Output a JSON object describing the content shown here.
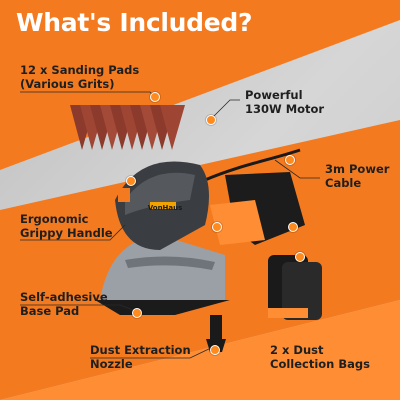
{
  "title": "What's Included?",
  "colors": {
    "accent": "#f47a1f",
    "background": "#d9d9d9",
    "text_dark": "#1f1f1f",
    "title": "#ffffff"
  },
  "labels": {
    "sanding_pads": [
      "12 x Sanding Pads",
      "(Various Grits)"
    ],
    "motor": [
      "Powerful",
      "130W Motor"
    ],
    "cable": [
      "3m Power",
      "Cable"
    ],
    "handle": [
      "Ergonomic",
      "Grippy Handle"
    ],
    "base_pad": [
      "Self-adhesive",
      "Base Pad"
    ],
    "nozzle": [
      "Dust Extraction",
      "Nozzle"
    ],
    "bags": [
      "2 x Dust",
      "Collection Bags"
    ]
  },
  "brand": "VonHaus"
}
